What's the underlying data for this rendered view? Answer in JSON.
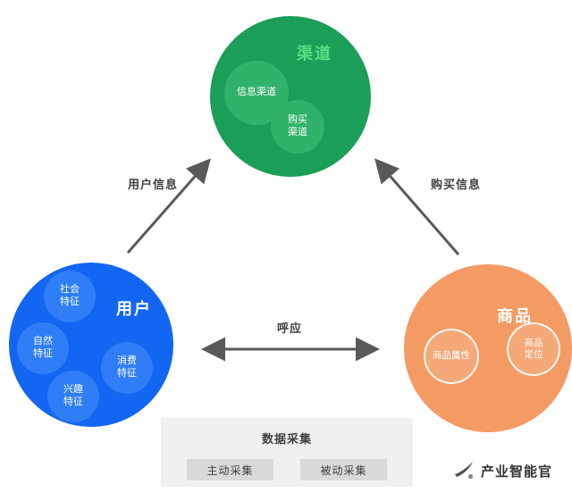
{
  "circles": {
    "channel": {
      "label": "渠道",
      "children": [
        "信息渠道",
        "购买\n渠道"
      ]
    },
    "user": {
      "label": "用户",
      "children": [
        "社会\n特征",
        "自然\n特征",
        "消费\n特征",
        "兴趣\n特征"
      ]
    },
    "product": {
      "label": "商品",
      "children": [
        "商品属性",
        "商品\n定位"
      ]
    }
  },
  "arrows": {
    "user_to_channel": "用户信息",
    "product_to_channel": "购买信息",
    "user_product": "呼应"
  },
  "panel": {
    "title": "数据采集",
    "buttons": [
      "主动采集",
      "被动采集"
    ]
  },
  "brand": {
    "name": "产业智能官"
  },
  "colors": {
    "channel_green": "#1b9e58",
    "channel_sub_green": "#31b26a",
    "channel_label_green": "#55e085",
    "user_blue": "#1266f1",
    "user_sub_blue": "#2f7ef7",
    "product_orange": "#f49b63",
    "arrow_gray": "#58595b",
    "panel_gray": "#f0f0f0",
    "button_gray": "#d9d9d9"
  }
}
